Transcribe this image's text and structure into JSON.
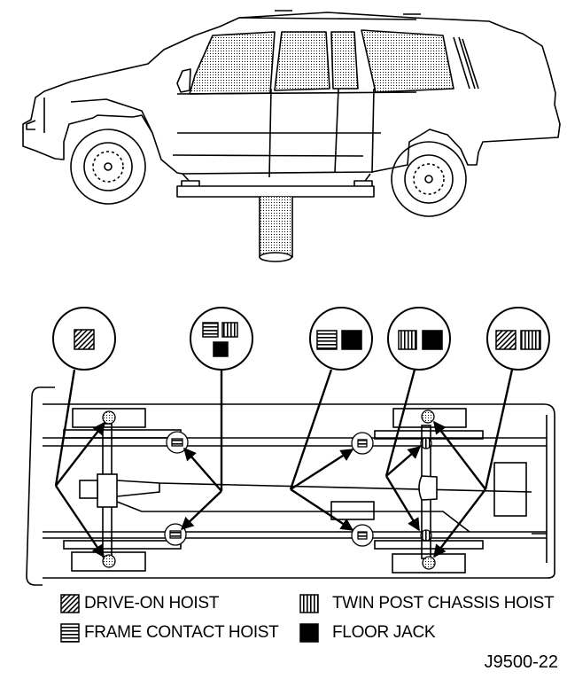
{
  "figure": {
    "id_label": "J9500-22",
    "subject": "Vehicle lifting points (side view on hoist and underbody plan view)"
  },
  "legend": [
    {
      "key": "drive-on",
      "label": "DRIVE-ON HOIST",
      "pattern": "diagonal-hatch"
    },
    {
      "key": "frame-contact",
      "label": "FRAME CONTACT HOIST",
      "pattern": "horizontal-lines"
    },
    {
      "key": "twin-post",
      "label": "TWIN POST CHASSIS HOIST",
      "pattern": "vertical-lines"
    },
    {
      "key": "floor-jack",
      "label": "FLOOR JACK",
      "pattern": "solid"
    }
  ],
  "callouts": [
    {
      "name": "callout-front-axle-tires",
      "symbols": [
        "drive-on"
      ]
    },
    {
      "name": "callout-front-frame",
      "symbols": [
        "frame-contact",
        "twin-post",
        "floor-jack"
      ]
    },
    {
      "name": "callout-rear-frame",
      "symbols": [
        "frame-contact",
        "floor-jack"
      ]
    },
    {
      "name": "callout-rear-axle",
      "symbols": [
        "twin-post",
        "floor-jack"
      ]
    },
    {
      "name": "callout-rear-tires",
      "symbols": [
        "drive-on",
        "twin-post"
      ]
    }
  ],
  "colors": {
    "ink": "#000000",
    "paper": "#ffffff"
  }
}
